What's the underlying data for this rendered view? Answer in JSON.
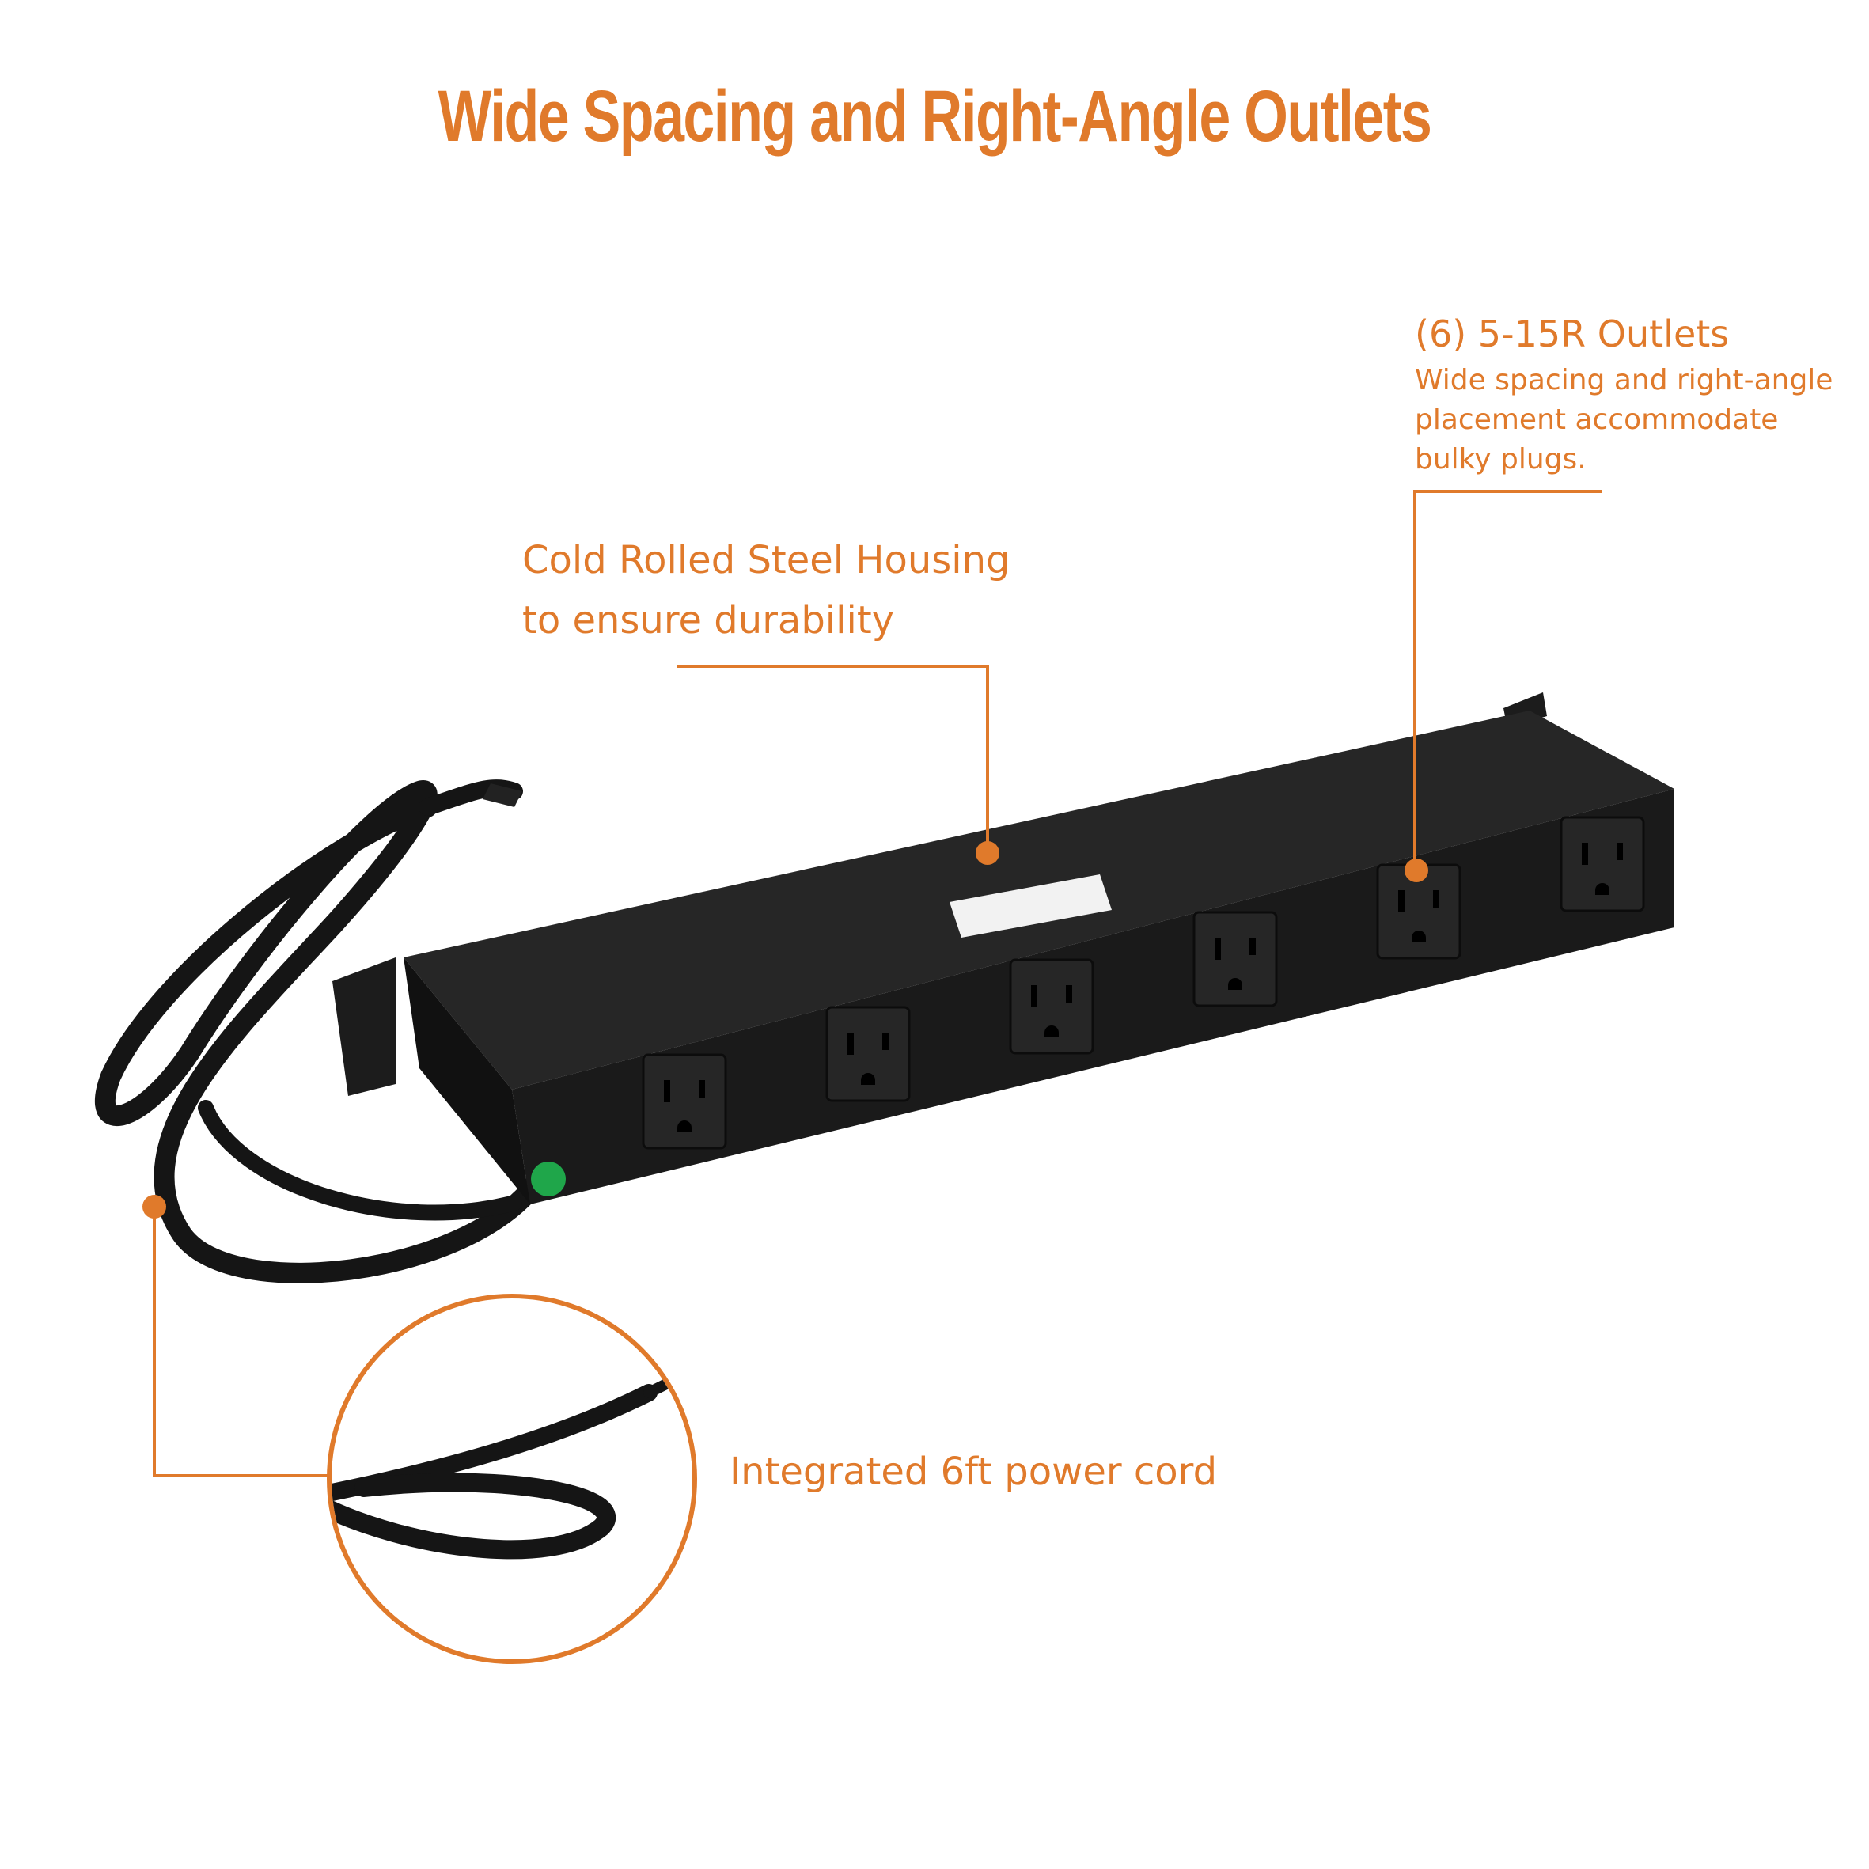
{
  "title": "Wide Spacing and Right-Angle Outlets",
  "callouts": {
    "outlets": {
      "heading": "(6) 5-15R Outlets",
      "lines": [
        "Wide spacing and right-angle",
        "placement accommodate",
        "bulky plugs."
      ]
    },
    "housing": {
      "lines": [
        "Cold Rolled Steel Housing",
        "to ensure durability"
      ]
    },
    "cord": {
      "text": "Integrated 6ft power cord"
    }
  },
  "product": {
    "outlet_count": 6
  },
  "colors": {
    "accent": "#e07a2b",
    "body": "#1f1f1f"
  }
}
